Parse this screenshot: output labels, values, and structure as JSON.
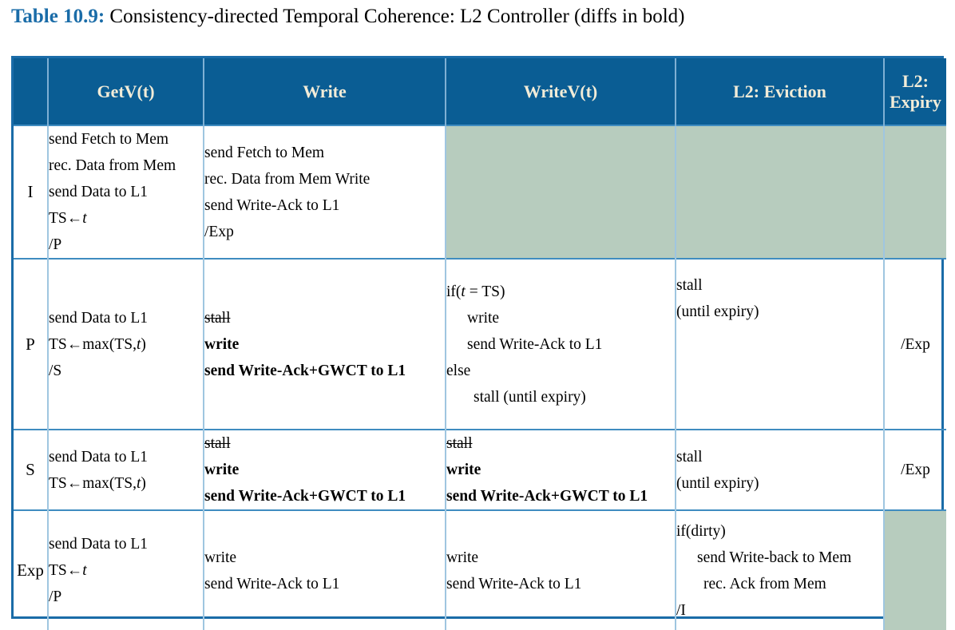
{
  "caption": {
    "number": "Table 10.9:",
    "text": " Consistency-directed Temporal Coherence: L2 Controller (diffs in bold)"
  },
  "colors": {
    "header_bg": "#0a5d94",
    "header_fg": "#f2ecd8",
    "shaded_cell": "#b7ccbe",
    "border_outer": "#1a6ca8",
    "border_inner": "#9fc6e0",
    "caption_accent": "#1a6ca8"
  },
  "table": {
    "headers": {
      "corner": "",
      "getv": "GetV(t)",
      "write": "Write",
      "writev": "WriteV(t)",
      "eviction": "L2: Eviction",
      "expiry_line1": "L2:",
      "expiry_line2": "Expiry"
    },
    "rows": [
      {
        "state": "I",
        "getv": [
          "send Fetch to Mem",
          "rec. Data from Mem",
          "send Data to L1",
          "TS←t",
          "/P"
        ],
        "write": [
          "send Fetch to Mem",
          "rec. Data from Mem Write",
          "send Write-Ack to L1",
          "/Exp"
        ],
        "writev": [],
        "eviction": [],
        "expiry": []
      },
      {
        "state": "P",
        "getv": [
          "send Data to L1",
          "TS←max(TS,t)",
          "/S"
        ],
        "write": [
          "stall",
          "write",
          "send Write-Ack+GWCT to L1"
        ],
        "writev": [
          "if(t = TS)",
          "write",
          "send Write-Ack to L1",
          "else",
          "stall (until expiry)"
        ],
        "eviction": [
          "stall",
          "(until expiry)"
        ],
        "expiry": [
          "/Exp"
        ]
      },
      {
        "state": "S",
        "getv": [
          "send Data to L1",
          "TS←max(TS,t)"
        ],
        "write": [
          "stall",
          "write",
          "send Write-Ack+GWCT to L1"
        ],
        "writev": [
          "stall",
          "write",
          "send Write-Ack+GWCT to L1"
        ],
        "eviction": [
          "stall",
          "(until expiry)"
        ],
        "expiry": [
          "/Exp"
        ]
      },
      {
        "state": "Exp",
        "getv": [
          "send Data to L1",
          "TS←t",
          "/P"
        ],
        "write": [
          "write",
          "send Write-Ack to L1"
        ],
        "writev": [
          "write",
          "send Write-Ack to L1"
        ],
        "eviction": [
          "if(dirty)",
          "send Write-back to Mem",
          "rec. Ack from Mem",
          "/I"
        ],
        "expiry": []
      }
    ]
  }
}
